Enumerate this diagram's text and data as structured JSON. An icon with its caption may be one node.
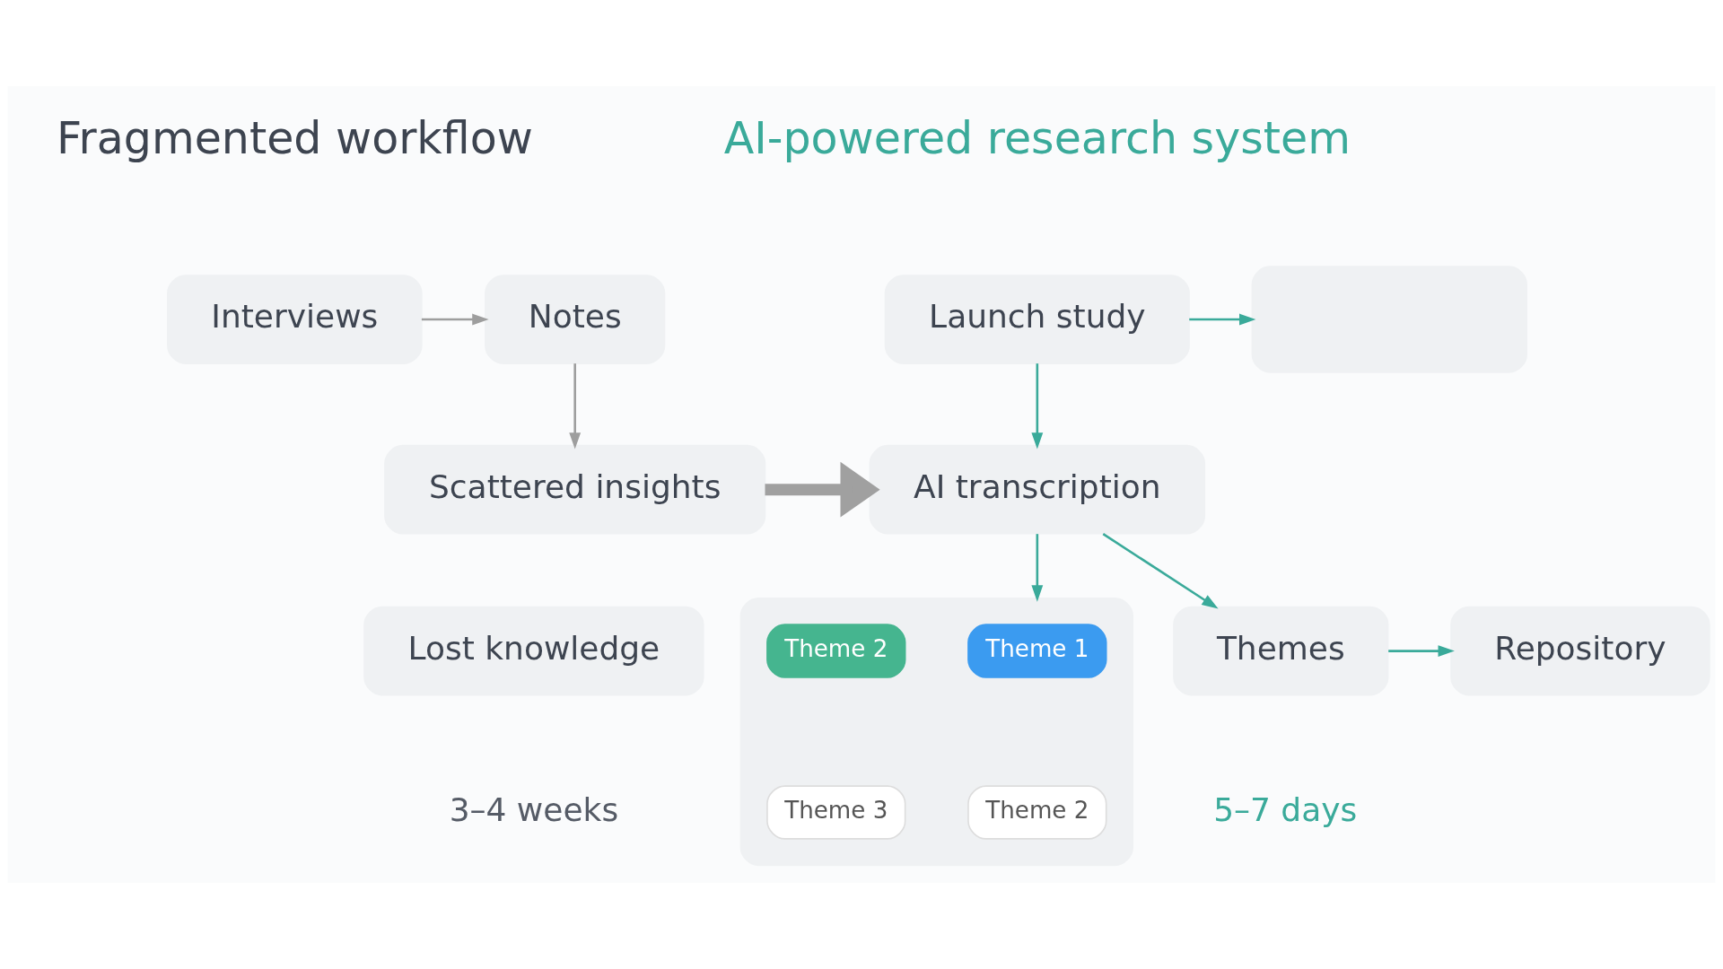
{
  "diagram": {
    "nodes": [
      {
        "text": [
          "Interviews"
        ]
      },
      {
        "text": [
          "Notes"
        ]
      },
      {
        "text": [
          "Scattered insights"
        ]
      },
      {
        "text": [
          "Lost knowledge"
        ]
      },
      {
        "text": [
          "Launch study"
        ]
      },
      {
        "text": [],
        "shape": "box"
      },
      {
        "text": [
          "AI transcription"
        ]
      },
      {
        "text": [],
        "shape": "box"
      },
      {
        "text": [
          "Theme 1"
        ],
        "in": 7
      },
      {
        "text": [
          "Theme 2"
        ],
        "in": 7
      },
      {
        "text": [
          "Theme 2"
        ],
        "in": 7
      },
      {
        "text": [
          "Theme 3"
        ],
        "in": 7
      },
      {
        "text": [
          "Themes"
        ]
      },
      {
        "text": [
          "Repository"
        ]
      }
    ],
    "edges": [
      {
        "from": 0,
        "to": 1,
        "arrow": "to",
        "color": "#9e9e9e"
      },
      {
        "from": 1,
        "to": 2,
        "arrow": "to",
        "color": "#9e9e9e"
      },
      {
        "from": 2,
        "to": 6,
        "arrow": "to",
        "style": "thick",
        "color": "#a0a0a0"
      },
      {
        "from": 4,
        "to": 5,
        "arrow": "to"
      },
      {
        "from": 4,
        "to": 6,
        "arrow": "to"
      },
      {
        "from": 6,
        "to": 7,
        "arrow": "to"
      },
      {
        "from": 6,
        "to": 12,
        "arrow": "to"
      },
      {
        "from": 12,
        "to": 13,
        "arrow": "to"
      }
    ],
    "labels": [
      "Fragmented workflow",
      "AI-powered research system",
      "3–4 weeks",
      "5–7 days"
    ]
  }
}
